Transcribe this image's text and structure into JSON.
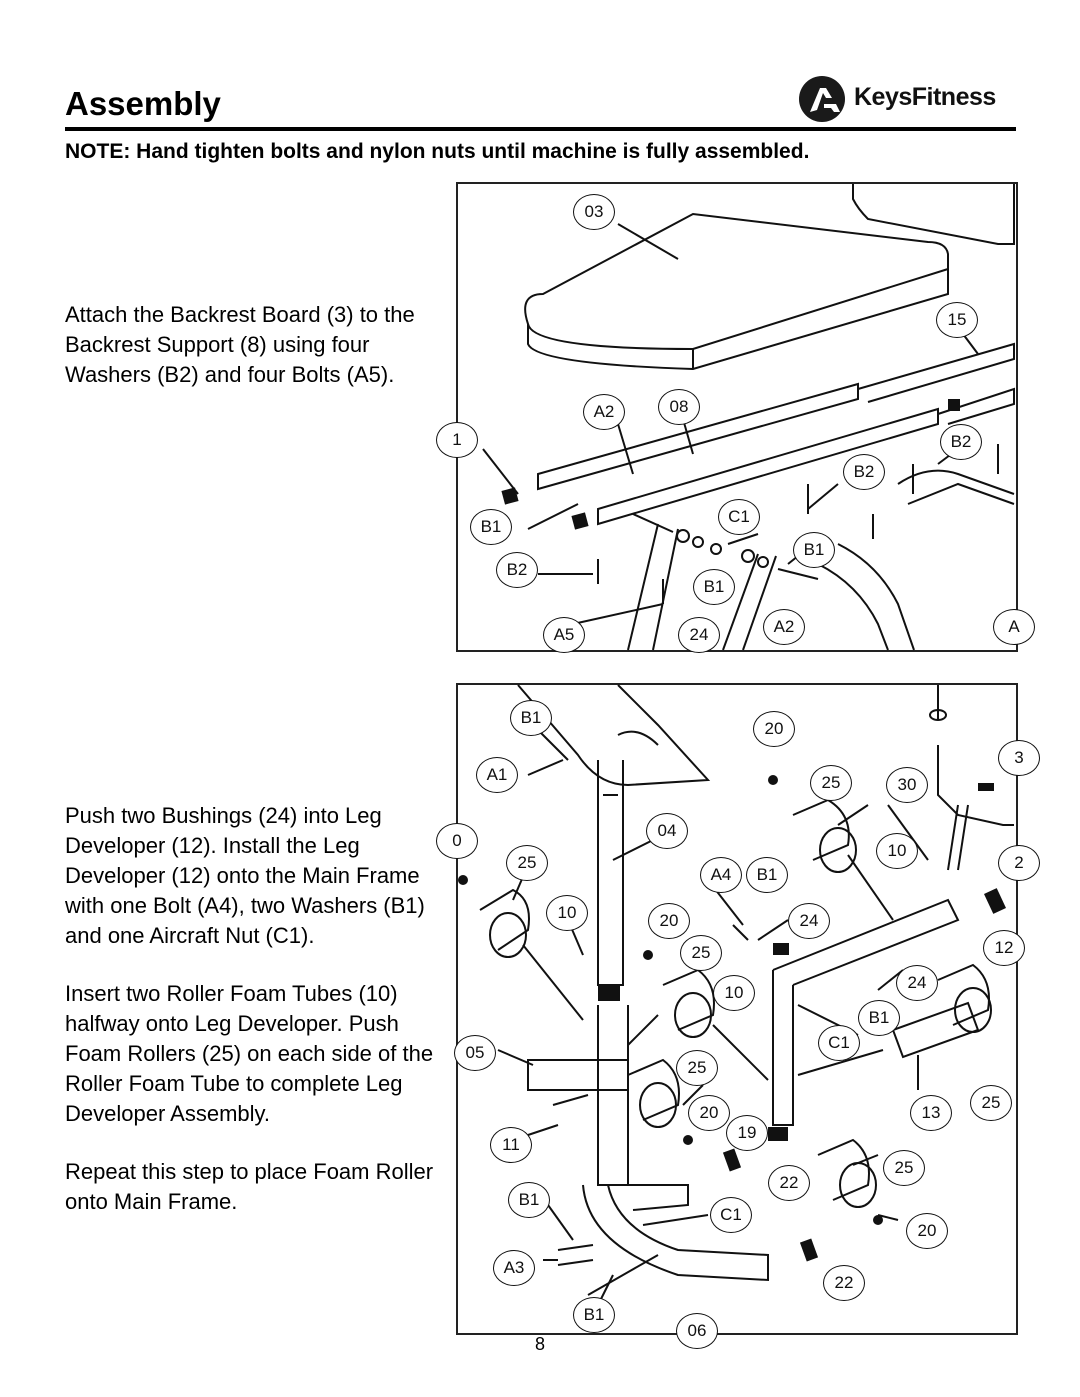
{
  "header": {
    "title": "Assembly",
    "brand_logo": "KeysFitness",
    "brand_logo_icon": "keys-fitness-runner-logo-icon"
  },
  "note": "NOTE: Hand tighten bolts and nylon nuts until machine is fully assembled.",
  "steps": [
    {
      "text": "Attach the Backrest Board (3) to the Backrest Support (8) using four Washers (B2) and four Bolts (A5).",
      "figure_labels": [
        "03",
        "15",
        "A2",
        "08",
        "1",
        "B2",
        "B2",
        "B1",
        "C1",
        "B1",
        "B2",
        "B1",
        "A5",
        "24",
        "A2",
        "A"
      ]
    },
    {
      "paragraphs": [
        "Push two Bushings (24) into Leg Developer (12). Install the Leg Developer (12) onto the Main Frame with one Bolt (A4), two Washers (B1) and one Aircraft Nut (C1).",
        "Insert two Roller Foam Tubes (10) halfway onto Leg Developer. Push Foam Rollers (25) on each side of the Roller Foam Tube to complete Leg Developer Assembly.",
        "Repeat this step to place Foam Roller onto Main Frame."
      ],
      "figure_labels": [
        "B1",
        "20",
        "A1",
        "25",
        "30",
        "3",
        "04",
        "0",
        "10",
        "25",
        "A4",
        "B1",
        "2",
        "10",
        "20",
        "24",
        "25",
        "12",
        "10",
        "24",
        "B1",
        "C1",
        "05",
        "25",
        "20",
        "19",
        "13",
        "25",
        "11",
        "25",
        "22",
        "B1",
        "C1",
        "20",
        "A3",
        "22",
        "B1",
        "06"
      ]
    }
  ],
  "page_number": "8"
}
